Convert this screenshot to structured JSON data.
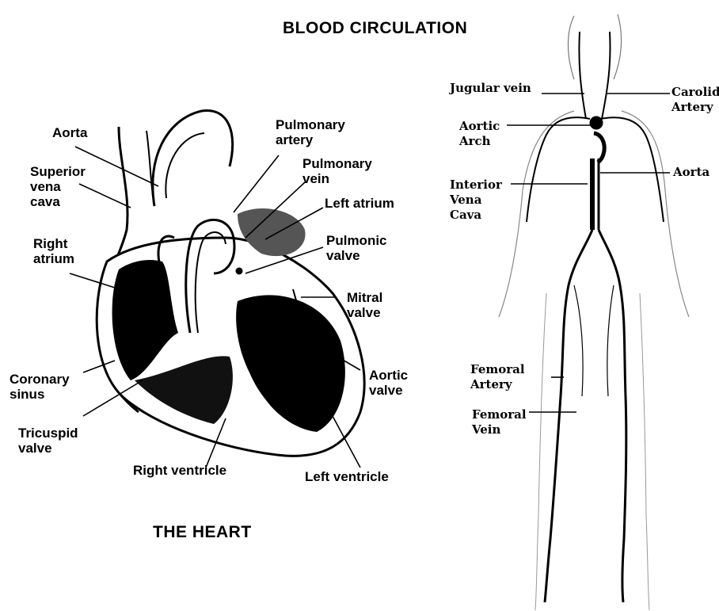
{
  "titles": {
    "main": "BLOOD CIRCULATION",
    "heart": "THE HEART"
  },
  "heart_labels": {
    "aorta": "Aorta",
    "superior_vena_cava": "Superior\nvena\ncava",
    "right_atrium": "Right\natrium",
    "coronary_sinus": "Coronary\nsinus",
    "tricuspid_valve": "Tricuspid\nvalve",
    "right_ventricle": "Right ventricle",
    "left_ventricle": "Left ventricle",
    "pulmonary_artery": "Pulmonary\nartery",
    "pulmonary_vein": "Pulmonary\nvein",
    "left_atrium": "Left atrium",
    "pulmonic_valve": "Pulmonic\nvalve",
    "mitral_valve": "Mitral\nvalve",
    "aortic_valve": "Aortic\nvalve"
  },
  "body_labels": {
    "jugular_vein": "Jugular vein",
    "carotid_artery": "Carolid\nArtery",
    "aortic_arch": "Aortic\nArch",
    "aorta": "Aorta",
    "inferior_vena_cava": "Interior\nVena\nCava",
    "femoral_artery": "Femoral\nArtery",
    "femoral_vein": "Femoral\nVein"
  }
}
